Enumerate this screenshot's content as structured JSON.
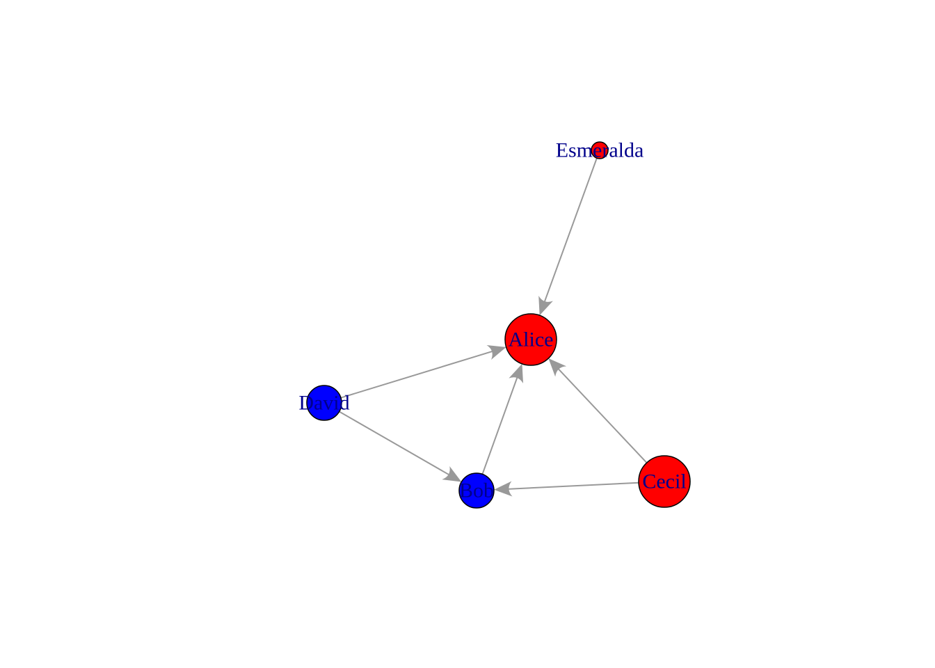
{
  "graph": {
    "directed": true,
    "colors": {
      "edge": "#999999",
      "node_border": "#000000",
      "label": "#00008B"
    },
    "nodes": [
      {
        "id": "alice",
        "label": "Alice",
        "color": "#FF0000",
        "size": 5
      },
      {
        "id": "bob",
        "label": "Bob",
        "color": "#0000FF",
        "size": 3
      },
      {
        "id": "cecil",
        "label": "Cecil",
        "color": "#FF0000",
        "size": 5
      },
      {
        "id": "david",
        "label": "David",
        "color": "#0000FF",
        "size": 3
      },
      {
        "id": "esmeralda",
        "label": "Esmeralda",
        "color": "#FF0000",
        "size": 1
      }
    ],
    "edges": [
      {
        "from": "esmeralda",
        "to": "alice"
      },
      {
        "from": "david",
        "to": "alice"
      },
      {
        "from": "bob",
        "to": "alice"
      },
      {
        "from": "cecil",
        "to": "alice"
      },
      {
        "from": "david",
        "to": "bob"
      },
      {
        "from": "cecil",
        "to": "bob"
      }
    ]
  }
}
